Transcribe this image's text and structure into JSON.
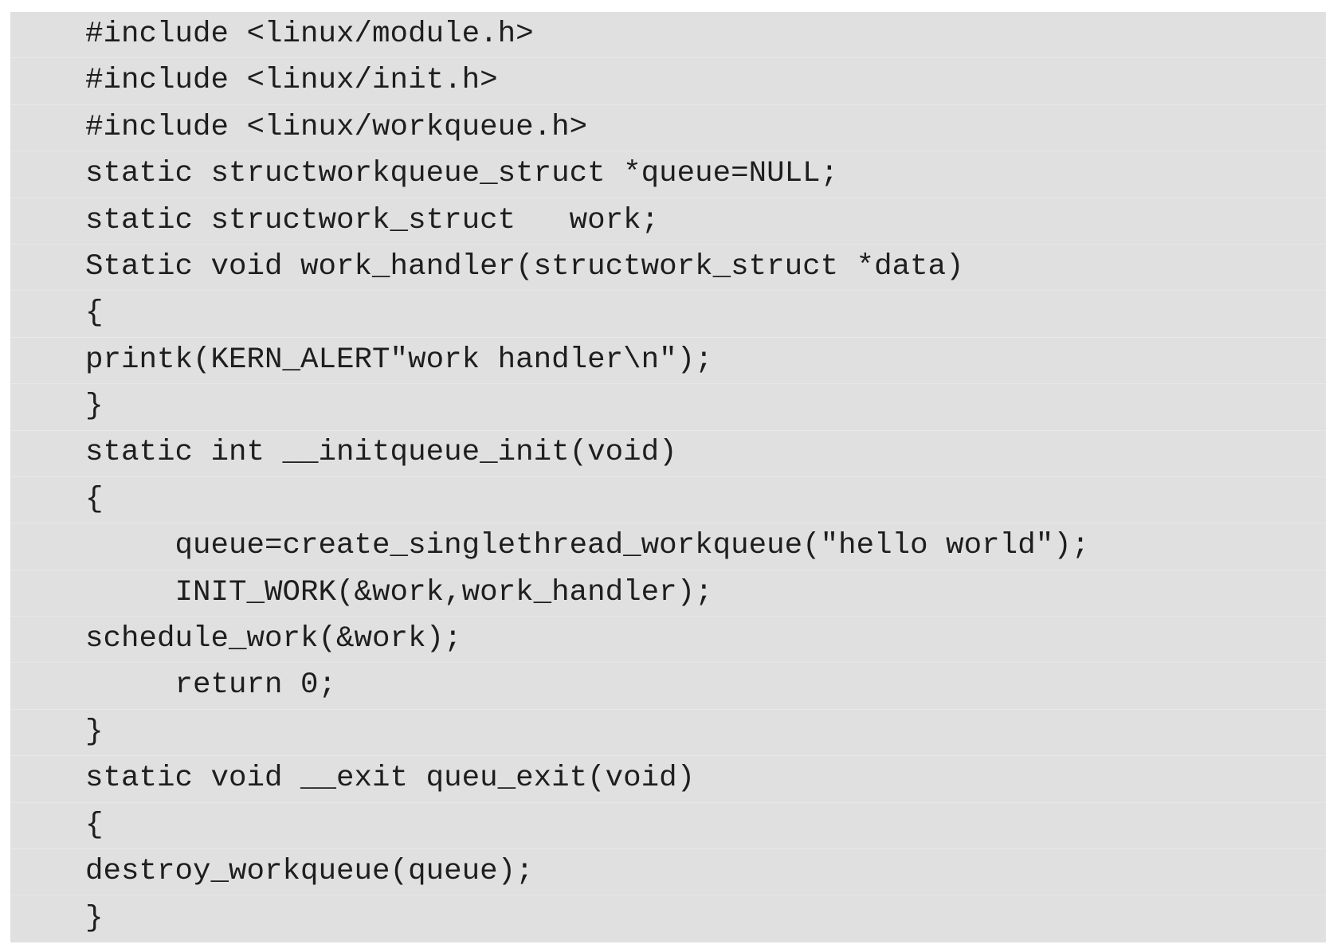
{
  "code": {
    "lines": [
      "#include <linux/module.h>",
      "#include <linux/init.h>",
      "#include <linux/workqueue.h>",
      "static structworkqueue_struct *queue=NULL;",
      "static structwork_struct   work;",
      "Static void work_handler(structwork_struct *data)",
      "{",
      "printk(KERN_ALERT\"work handler\\n\");",
      "}",
      "static int __initqueue_init(void)",
      "{",
      "     queue=create_singlethread_workqueue(\"hello world\");",
      "     INIT_WORK(&work,work_handler);",
      "schedule_work(&work);",
      "     return 0;",
      "}",
      "static void __exit queu_exit(void)",
      "{",
      "destroy_workqueue(queue);",
      "}"
    ]
  }
}
